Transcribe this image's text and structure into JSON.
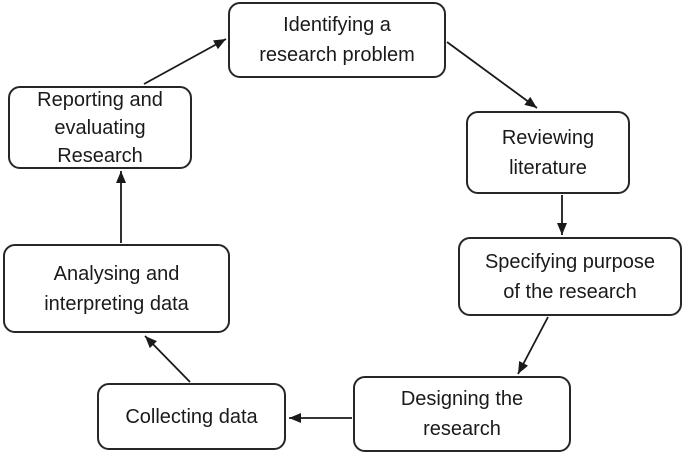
{
  "diagram": {
    "type": "cycle-flowchart",
    "colors": {
      "background": "#ffffff",
      "node_fill": "#ffffff",
      "node_border": "#262626",
      "text": "#1a1a1a",
      "arrow": "#1a1a1a"
    },
    "nodes": {
      "identifying": {
        "lines": [
          "Identifying a",
          "research problem"
        ]
      },
      "reviewing": {
        "lines": [
          "Reviewing",
          "literature"
        ]
      },
      "specifying": {
        "lines": [
          "Specifying purpose",
          "of the research"
        ]
      },
      "designing": {
        "lines": [
          "Designing the",
          "research"
        ]
      },
      "collecting": {
        "lines": [
          "Collecting data"
        ]
      },
      "analysing": {
        "lines": [
          "Analysing and",
          "interpreting data"
        ]
      },
      "reporting": {
        "lines": [
          "Reporting and",
          "evaluating",
          "Research"
        ]
      }
    },
    "edges": [
      {
        "from": "identifying",
        "to": "reviewing"
      },
      {
        "from": "reviewing",
        "to": "specifying"
      },
      {
        "from": "specifying",
        "to": "designing"
      },
      {
        "from": "designing",
        "to": "collecting"
      },
      {
        "from": "collecting",
        "to": "analysing"
      },
      {
        "from": "analysing",
        "to": "reporting"
      },
      {
        "from": "reporting",
        "to": "identifying"
      }
    ]
  }
}
